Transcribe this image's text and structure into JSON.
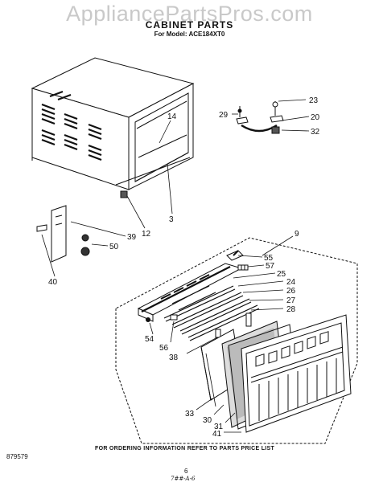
{
  "watermark": "AppliancePartsPros.com",
  "title": "CABINET PARTS",
  "model_line": "For Model: ACE184XT0",
  "footer_note": "FOR ORDERING INFORMATION REFER TO PARTS PRICE LIST",
  "doc_number": "879579",
  "page_number": "6",
  "handwritten_note": "7##-A-6",
  "callouts": {
    "c14": "14",
    "c3": "3",
    "c12": "12",
    "c39": "39",
    "c50": "50",
    "c40": "40",
    "c29": "29",
    "c23": "23",
    "c20": "20",
    "c32": "32",
    "c9": "9",
    "c55": "55",
    "c57": "57",
    "c25": "25",
    "c24": "24",
    "c26": "26",
    "c27": "27",
    "c28": "28",
    "c54": "54",
    "c56": "56",
    "c38": "38",
    "c33": "33",
    "c30": "30",
    "c31": "31",
    "c41": "41"
  }
}
